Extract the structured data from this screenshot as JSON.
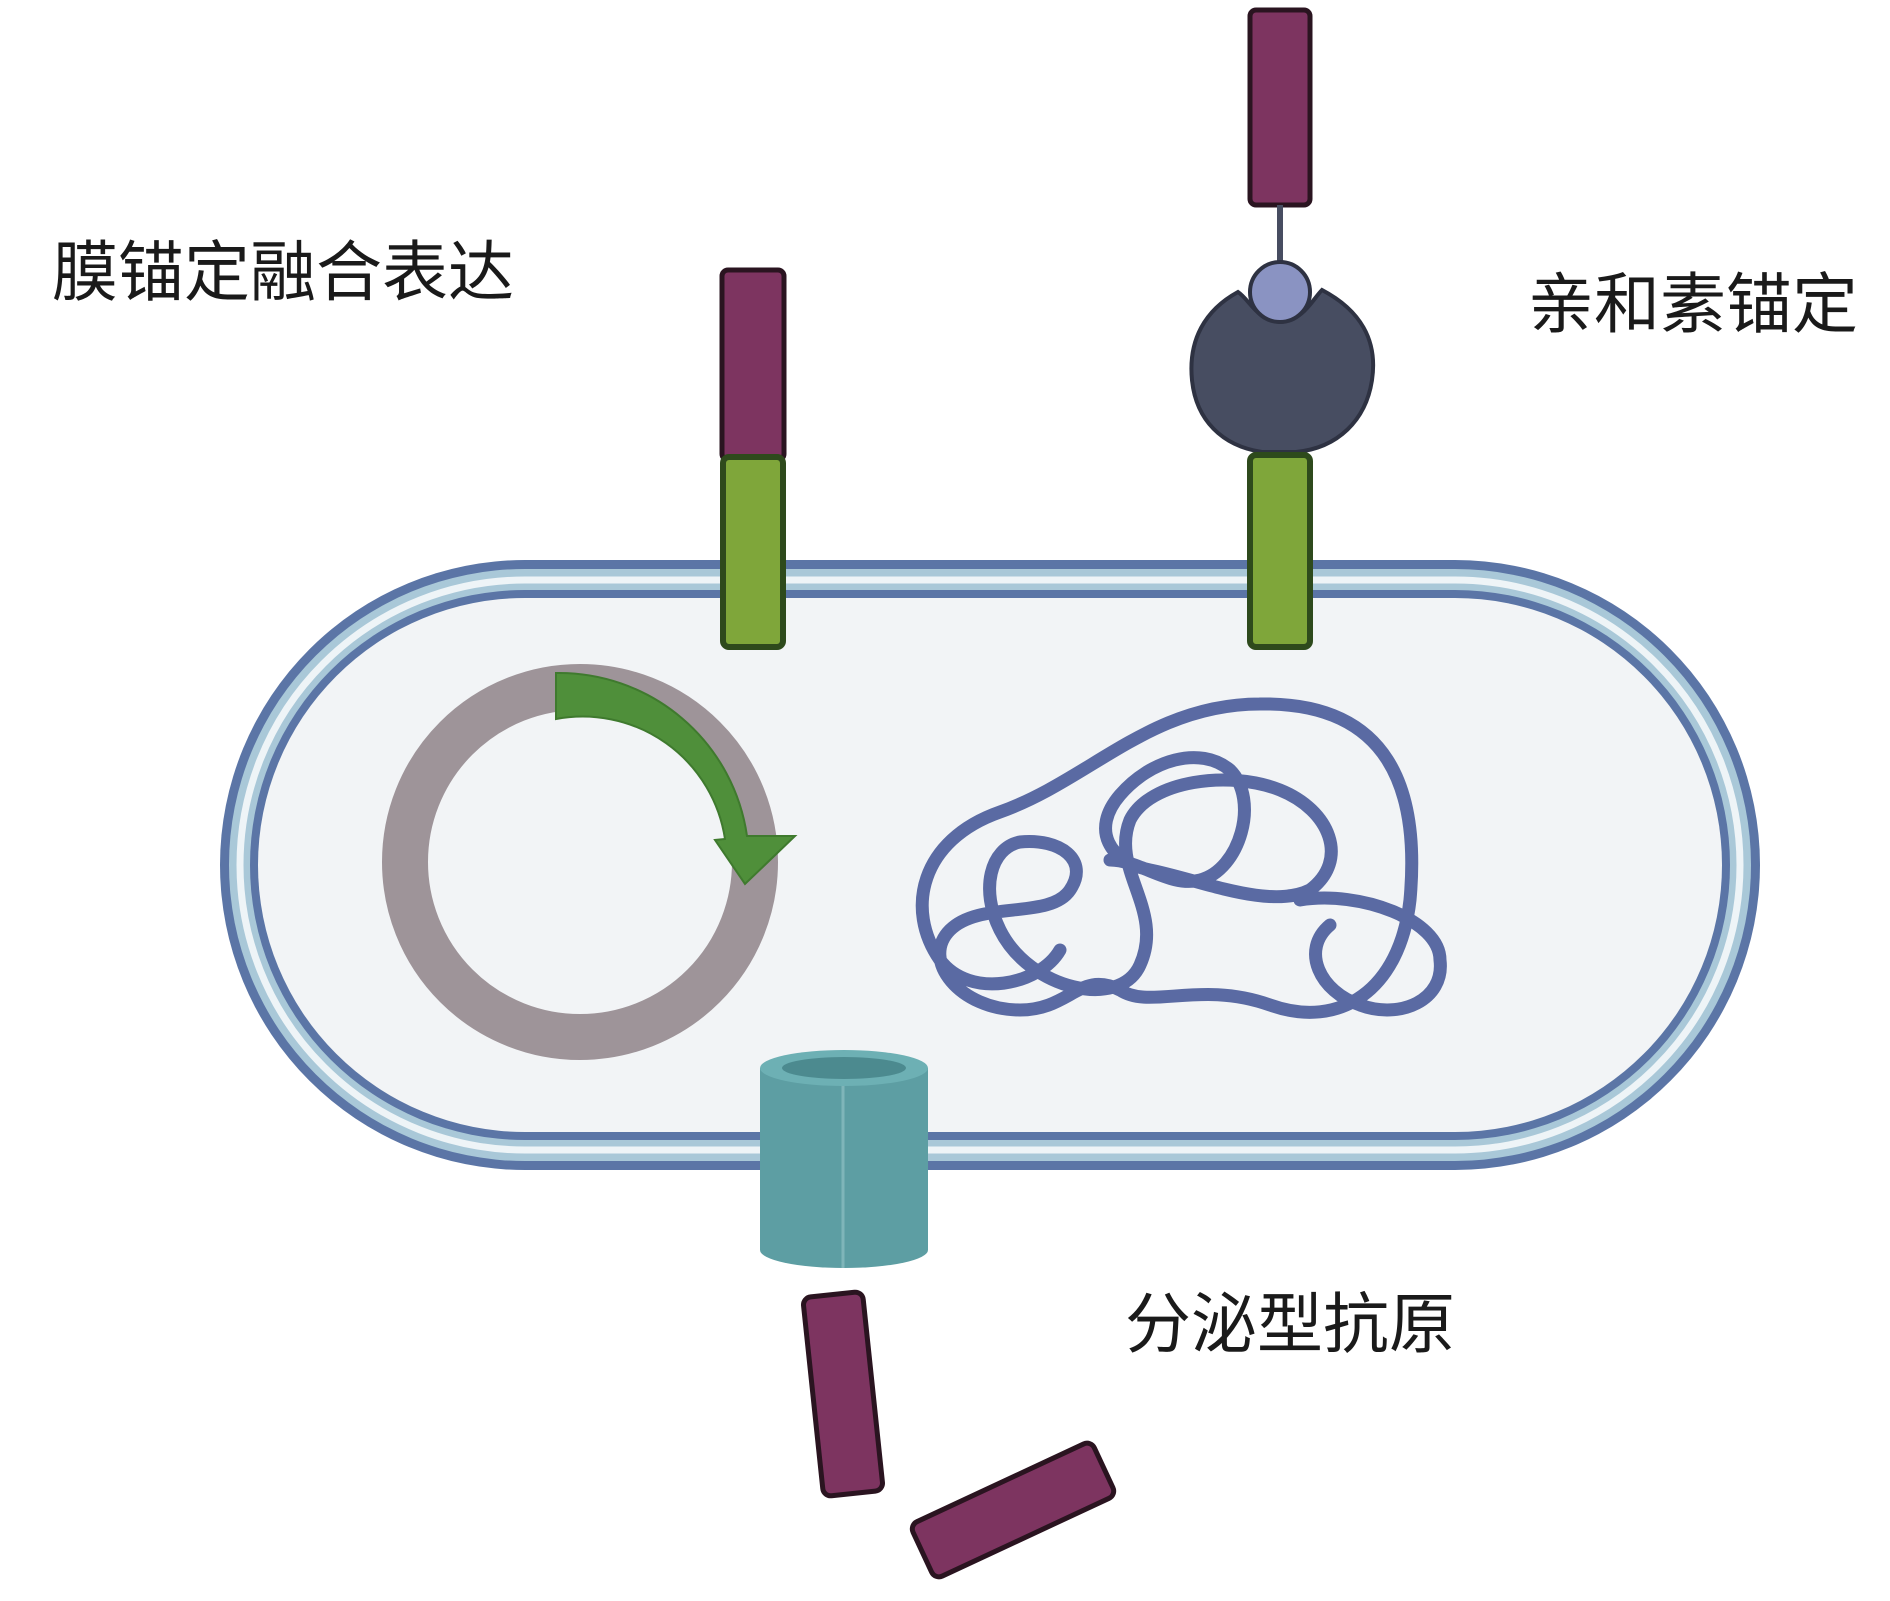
{
  "labels": {
    "membrane_fusion": "膜锚定融合表达",
    "avidin_anchor": "亲和素锚定",
    "secreted_antigen": "分泌型抗原"
  },
  "colors": {
    "membrane_outer": "#5b75a6",
    "membrane_inner": "#a9c8d8",
    "cytoplasm": "#f2f4f6",
    "antigen": "#7d3460",
    "antigen_stroke": "#2a1420",
    "anchor": "#7fa63a",
    "anchor_stroke": "#2e4a1c",
    "plasmid_ring": "#9e9499",
    "plasmid_arrow": "#4f8f3a",
    "chromosome": "#5a6aa3",
    "avidin": "#474d61",
    "biotin": "#8a93c2",
    "channel": "#5d9ea3"
  }
}
